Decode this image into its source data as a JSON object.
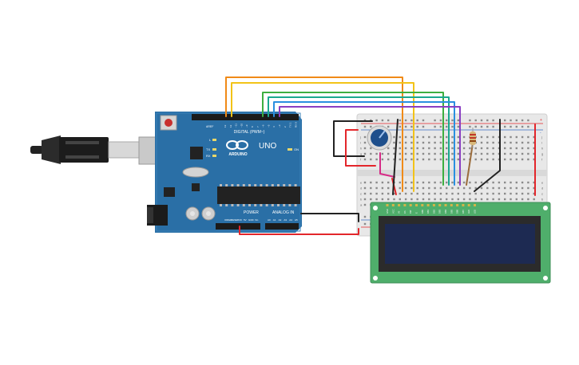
{
  "arduino": {
    "brand": "ARDUINO",
    "model": "UNO",
    "digital_label": "DIGITAL (PWM~)",
    "power_label": "POWER",
    "analog_label": "ANALOG IN",
    "on_label": "ON",
    "led_l": "L",
    "led_tx": "TX",
    "led_rx": "RX",
    "aref_label": "AREF",
    "gnd_label": "GND",
    "ioref_label": "IOREF",
    "reset_label": "RESET",
    "v33_label": "3.3V",
    "v5_label": "5V",
    "vin_label": "Vin",
    "analog_pins": [
      "A0",
      "A1",
      "A2",
      "A3",
      "A4",
      "A5"
    ],
    "digital_pins": [
      "13",
      "12",
      "~11",
      "~10",
      "~9",
      "8",
      "7",
      "~6",
      "~5",
      "4",
      "~3",
      "2",
      "TX 1",
      "RX 0"
    ]
  },
  "breadboard": {
    "row_letters_top": [
      "j",
      "i",
      "h",
      "g",
      "f"
    ],
    "row_letters_bottom": [
      "e",
      "d",
      "c",
      "b",
      "a"
    ],
    "rail_plus": "+",
    "rail_minus": "-"
  },
  "lcd": {
    "pin_labels": [
      "GND",
      "VCC",
      "V0",
      "RS",
      "RW",
      "E",
      "DB0",
      "DB1",
      "DB2",
      "DB3",
      "DB4",
      "DB5",
      "DB6",
      "DB7",
      "LED",
      "LED"
    ]
  },
  "colors": {
    "arduino_board": "#2a6fa6",
    "breadboard": "#e8e8e8",
    "lcd_pcb": "#4fae6b",
    "lcd_screen": "#1d2a52",
    "wire_orange": "#f08a17",
    "wire_yellow": "#f2c318",
    "wire_green": "#3dae3f",
    "wire_teal": "#1aa88e",
    "wire_blue": "#2a8fe0",
    "wire_purple": "#8a3ec2",
    "wire_red": "#e3262b",
    "wire_black": "#222222",
    "wire_brown": "#9a6b3a",
    "potentiometer": "#1e4f8c"
  },
  "icons": [
    "usb-cable-icon",
    "power-jack-icon",
    "reset-button-icon",
    "potentiometer-icon",
    "resistor-icon"
  ]
}
